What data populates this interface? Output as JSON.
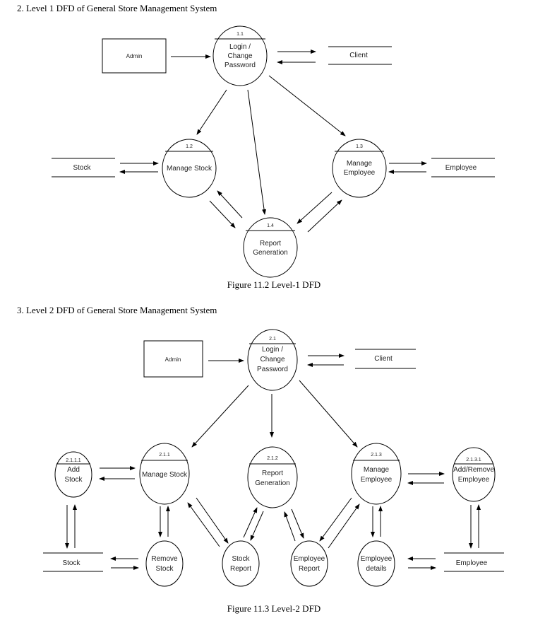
{
  "level1": {
    "heading": "2. Level 1 DFD of General Store Management System",
    "caption": "Figure 11.2 Level-1 DFD",
    "entities": {
      "admin": "Admin"
    },
    "stores": {
      "client": "Client",
      "stock": "Stock",
      "employee": "Employee"
    },
    "processes": {
      "p1_1": {
        "num": "1.1",
        "lines": [
          "Login /",
          "Change",
          "Password"
        ]
      },
      "p1_2": {
        "num": "1.2",
        "lines": [
          "Manage Stock"
        ]
      },
      "p1_3": {
        "num": "1.3",
        "lines": [
          "Manage",
          "Employee"
        ]
      },
      "p1_4": {
        "num": "1.4",
        "lines": [
          "Report",
          "Generation"
        ]
      }
    }
  },
  "level2": {
    "heading": "3. Level 2 DFD of General Store Management System",
    "caption": "Figure 11.3 Level-2 DFD",
    "entities": {
      "admin": "Admin"
    },
    "stores": {
      "client": "Client",
      "stock": "Stock",
      "employee": "Employee"
    },
    "processes": {
      "p2_1": {
        "num": "2.1",
        "lines": [
          "Login /",
          "Change",
          "Password"
        ]
      },
      "p2_1_1": {
        "num": "2.1.1",
        "lines": [
          "Manage Stock"
        ]
      },
      "p2_1_2": {
        "num": "2.1.2",
        "lines": [
          "Report",
          "Generation"
        ]
      },
      "p2_1_3": {
        "num": "2.1.3",
        "lines": [
          "Manage",
          "Employee"
        ]
      },
      "p2_1_1_1": {
        "num": "2.1.1.1",
        "lines": [
          "Add",
          "Stock"
        ]
      },
      "p2_1_3_1": {
        "num": "2.1.3.1",
        "lines": [
          "Add/Remove",
          "Employee"
        ]
      }
    },
    "subprocesses": {
      "remove_stock": [
        "Remove",
        "Stock"
      ],
      "stock_report": [
        "Stock",
        "Report"
      ],
      "employee_report": [
        "Employee",
        "Report"
      ],
      "employee_details": [
        "Employee",
        "details"
      ]
    }
  }
}
